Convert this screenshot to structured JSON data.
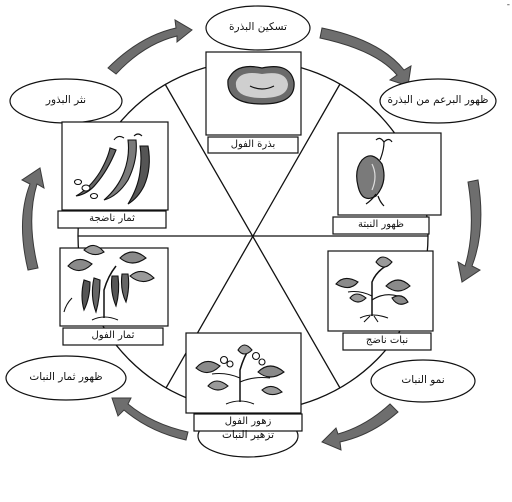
{
  "corner_mark": "-",
  "stages": [
    {
      "id": "seed",
      "label": "بذرة الفول",
      "icon": "bean-seed-icon"
    },
    {
      "id": "seedling",
      "label": "ظهور النبتة",
      "icon": "seedling-icon"
    },
    {
      "id": "mature",
      "label": "نبات ناضج",
      "icon": "mature-plant-icon"
    },
    {
      "id": "flowers",
      "label": "زهور الفول",
      "icon": "flowering-plant-icon"
    },
    {
      "id": "fruits",
      "label": "ثمار الفول",
      "icon": "bean-pods-plant-icon"
    },
    {
      "id": "ripe",
      "label": "ثمار ناضجة",
      "icon": "ripe-pods-icon"
    }
  ],
  "processes": [
    {
      "id": "dormancy",
      "label": "تسكين البذرة"
    },
    {
      "id": "sprouting",
      "label": "ظهور البرعم من البذرة"
    },
    {
      "id": "growth",
      "label": "نمو النبات"
    },
    {
      "id": "flowering",
      "label": "تزهير النبات"
    },
    {
      "id": "fruiting",
      "label": "ظهور ثمار النبات"
    },
    {
      "id": "dispersal",
      "label": "نثر البذور"
    }
  ],
  "colors": {
    "ink": "#111111",
    "arrow": "#6e6e6e",
    "arrow_edge": "#3a3a3a",
    "paper": "#ffffff"
  }
}
